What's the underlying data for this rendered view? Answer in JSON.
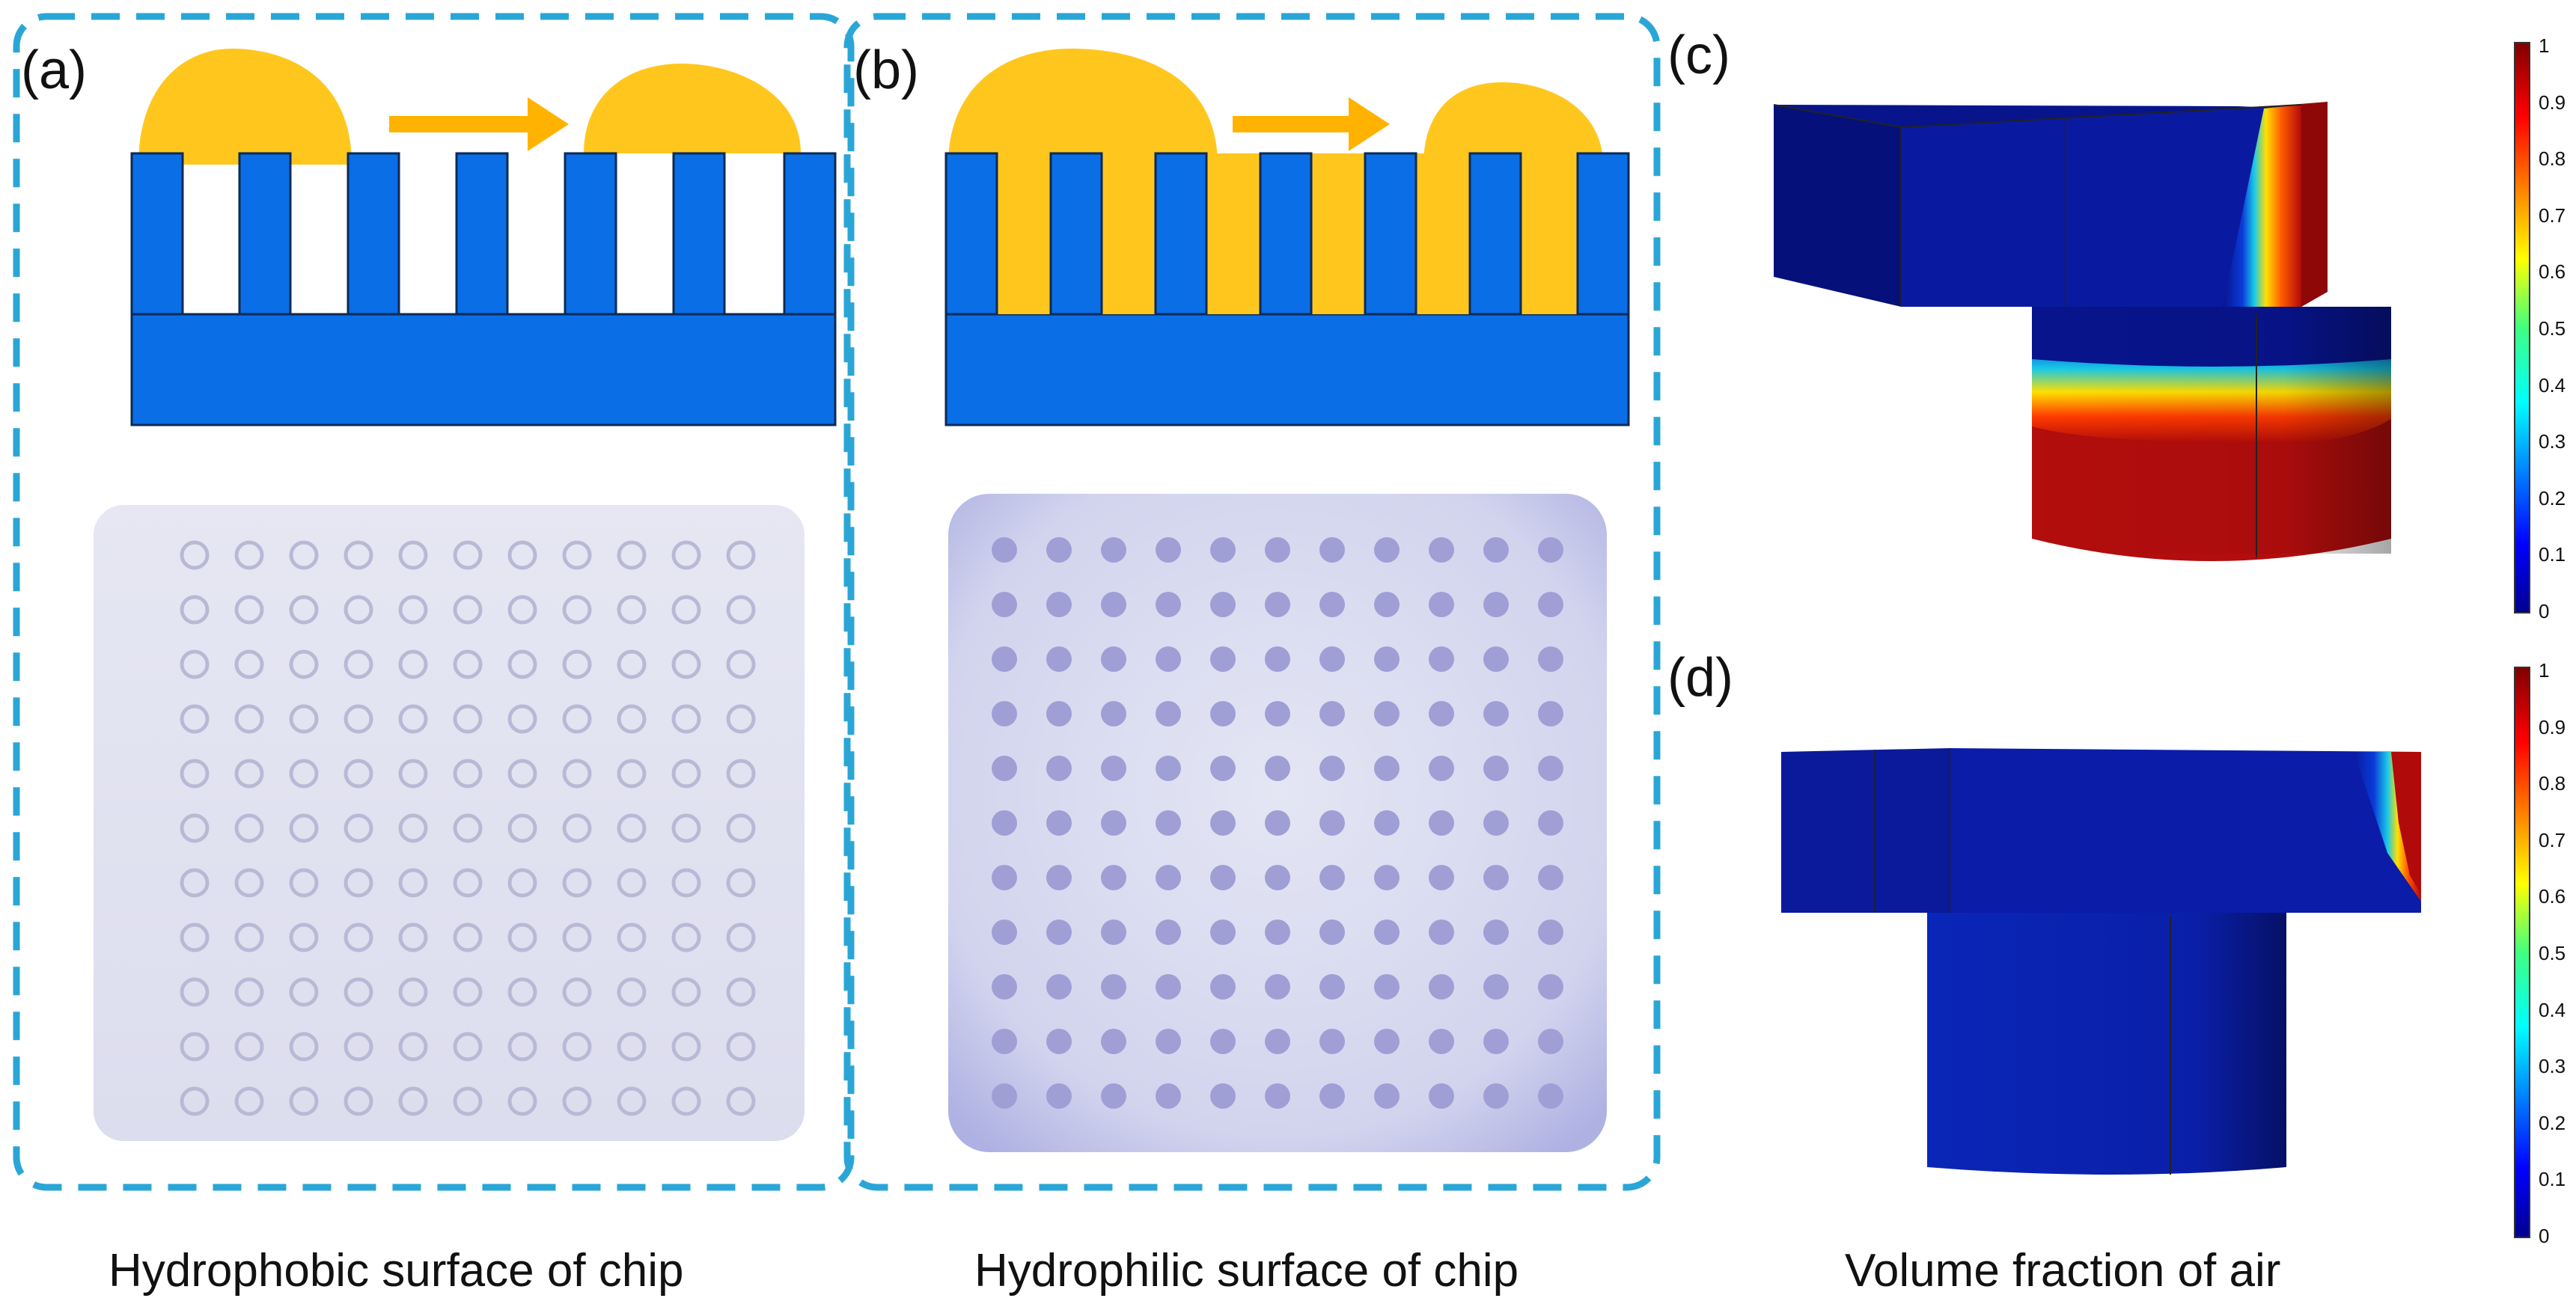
{
  "panels": {
    "a": {
      "label": "(a)",
      "caption": "Hydrophobic surface of chip"
    },
    "b": {
      "label": "(b)",
      "caption": "Hydrophilic surface of chip"
    },
    "c": {
      "label": "(c)"
    },
    "d": {
      "label": "(d)"
    }
  },
  "colorbar": {
    "caption": "Volume fraction of air",
    "ticks": [
      "1",
      "0.9",
      "0.8",
      "0.7",
      "0.6",
      "0.5",
      "0.4",
      "0.3",
      "0.2",
      "0.1",
      "0"
    ]
  },
  "colors": {
    "substrate_blue": "#0a6ee6",
    "water_yellow": "#ffc71e",
    "dashed_frame": "#2aa6d6",
    "arrow": "#ffb300",
    "sim_low": "#0a108c",
    "sim_high": "#b00a0a"
  }
}
